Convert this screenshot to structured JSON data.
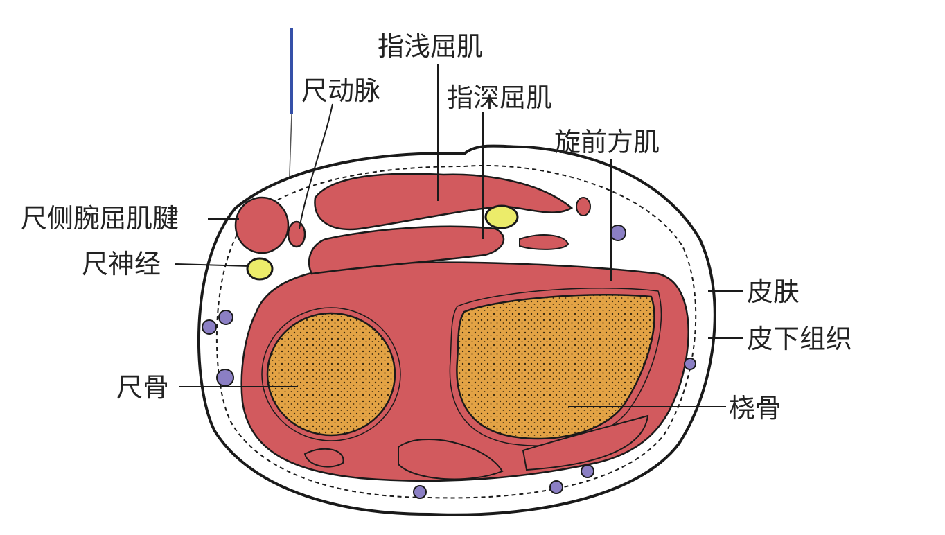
{
  "labels": {
    "superficial_flexor": "指浅屈肌",
    "ulnar_artery": "尺动脉",
    "deep_flexor": "指深屈肌",
    "pronator_quadratus": "旋前方肌",
    "fcu_tendon": "尺侧腕屈肌腱",
    "ulnar_nerve": "尺神经",
    "skin": "皮肤",
    "subcutaneous": "皮下组织",
    "ulna": "尺骨",
    "radius": "桡骨"
  },
  "colors": {
    "muscle": "#d25a5e",
    "bone": "#e3a345",
    "nerve": "#ecec6a",
    "vein": "#8b7fc4",
    "needle": "#3550a8",
    "outline": "#1a1a1a"
  }
}
